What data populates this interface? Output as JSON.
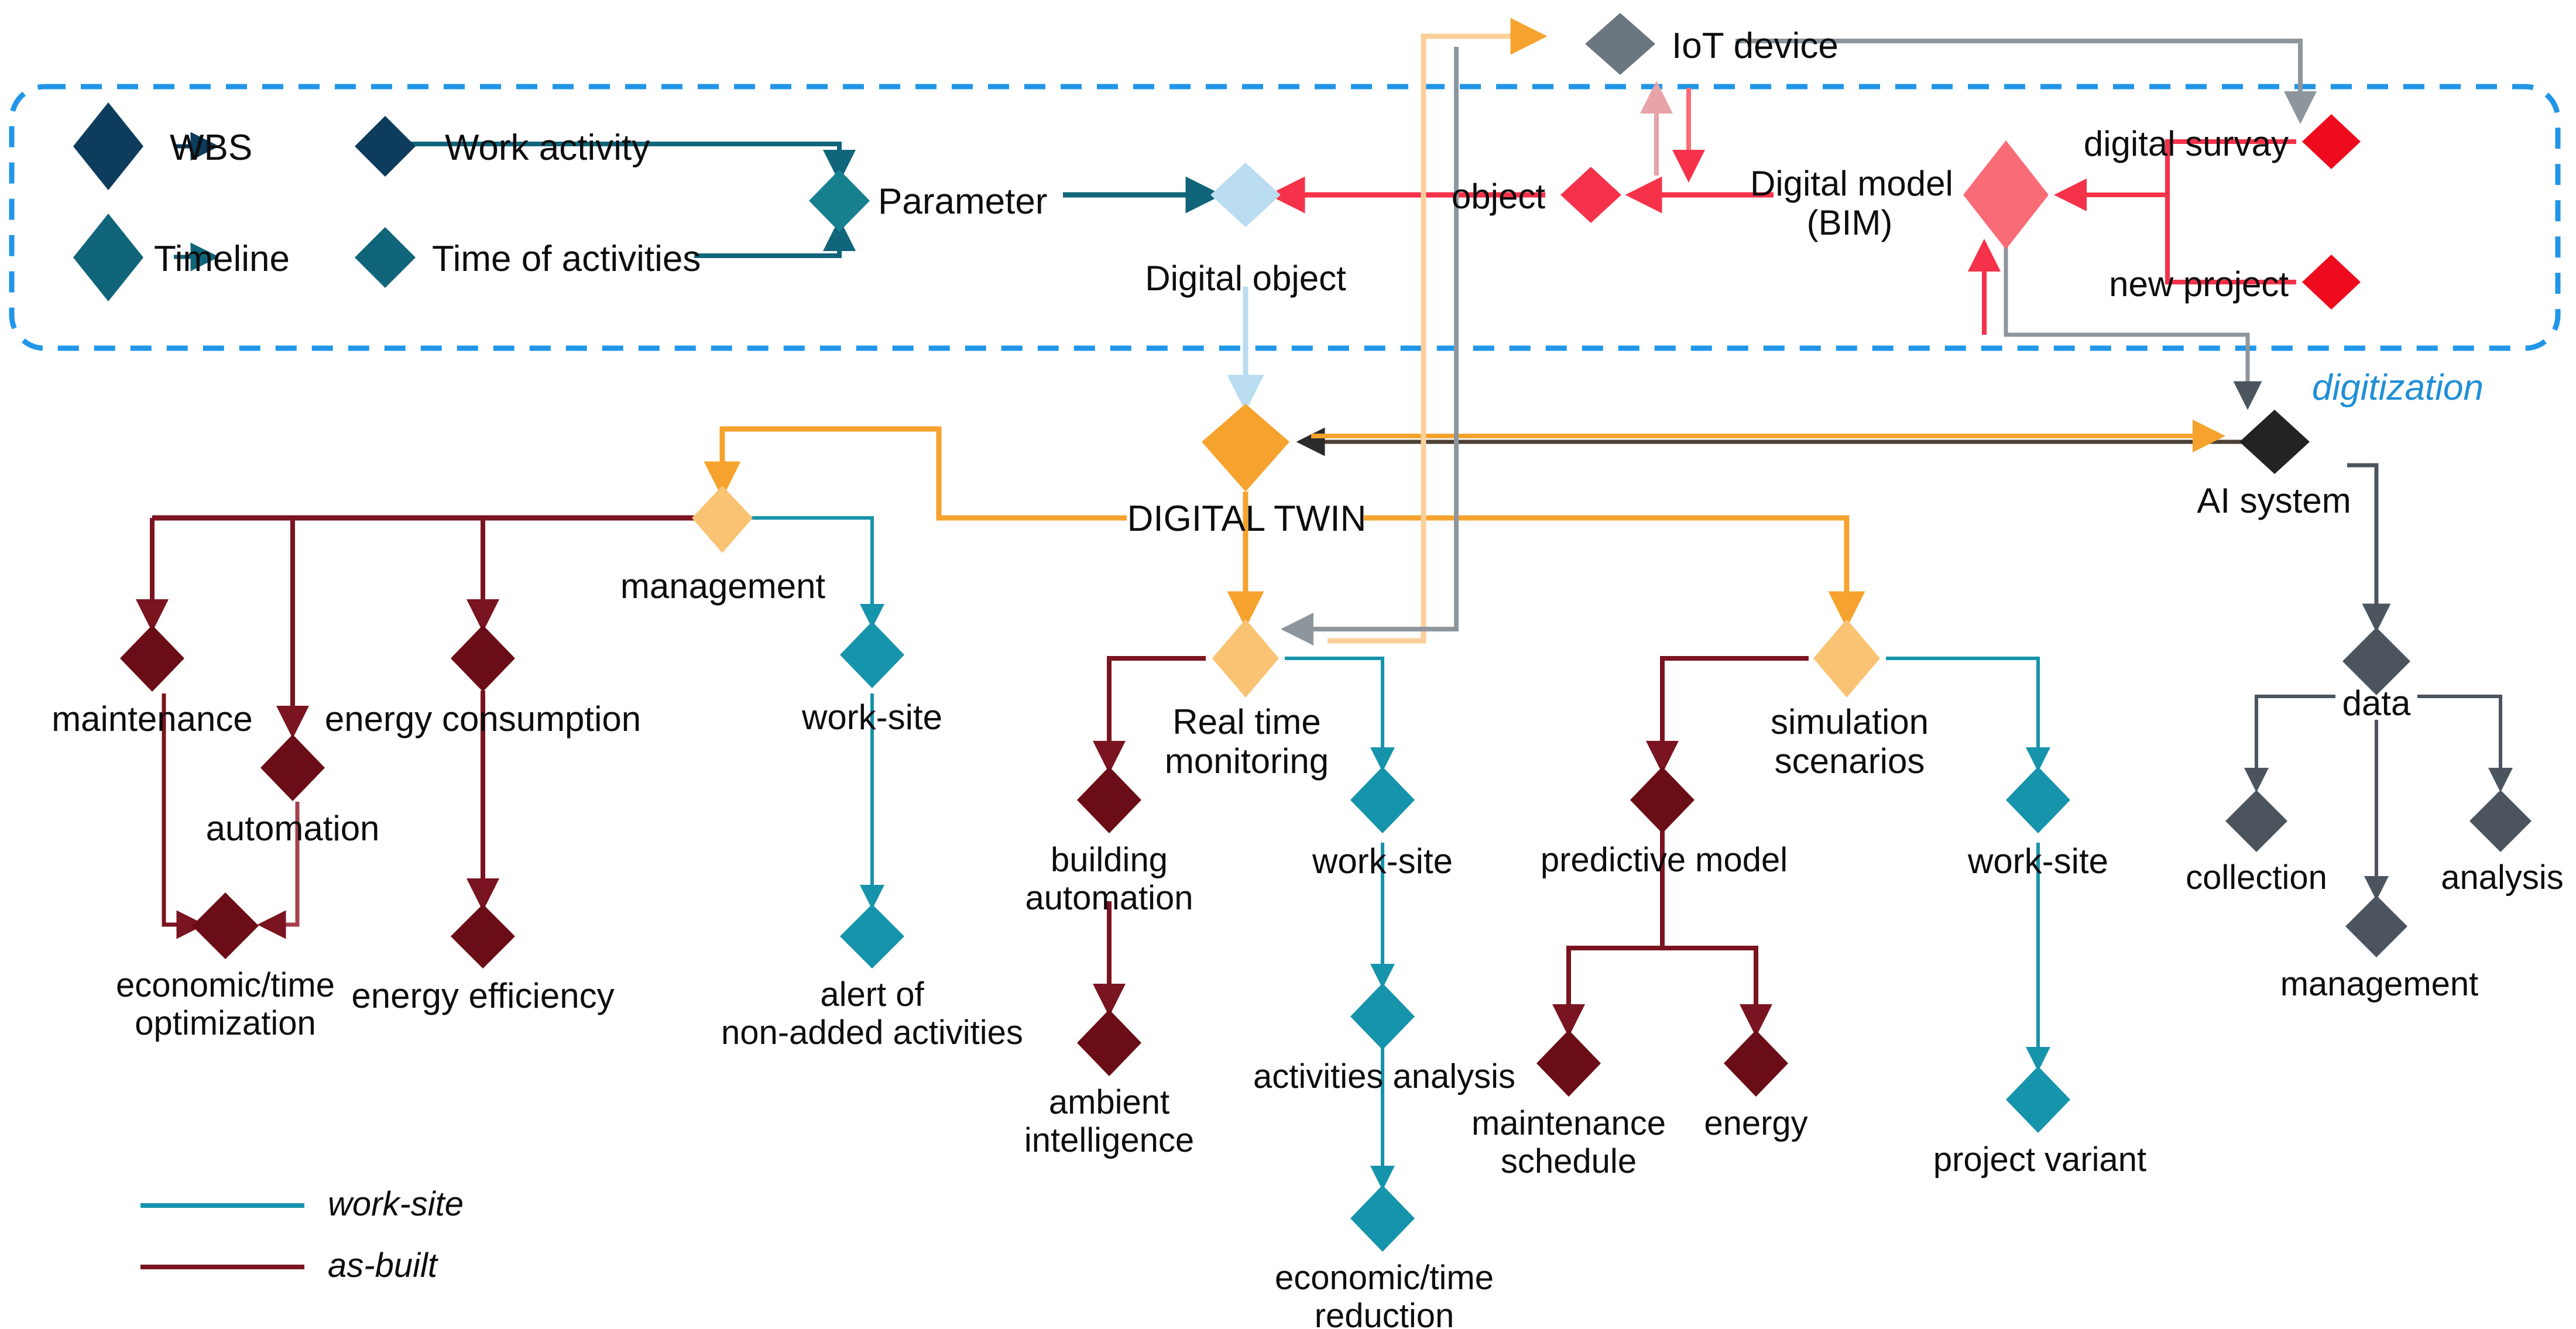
{
  "diagram": {
    "title_absent": true,
    "region_label": "digitization",
    "region_label_color": "#1f8fd6",
    "nodes": [
      {
        "id": "wbs",
        "label": "WBS",
        "shape": "diamond",
        "color": "#0d3c5c",
        "group": "digitization"
      },
      {
        "id": "work_activity",
        "label": "Work activity",
        "shape": "diamond",
        "color": "#0d3c5c",
        "group": "digitization"
      },
      {
        "id": "timeline",
        "label": "Timeline",
        "shape": "diamond",
        "color": "#10657a",
        "group": "digitization"
      },
      {
        "id": "time_of_activities",
        "label": "Time of activities",
        "shape": "diamond",
        "color": "#10657a",
        "group": "digitization"
      },
      {
        "id": "parameter",
        "label": "Parameter",
        "shape": "diamond",
        "color": "#17808f",
        "group": "digitization"
      },
      {
        "id": "digital_object",
        "label": "Digital object",
        "shape": "diamond",
        "color": "#b9dcf0",
        "group": "digitization"
      },
      {
        "id": "object",
        "label": "object",
        "shape": "diamond",
        "color": "#f5324a",
        "group": "digitization"
      },
      {
        "id": "digital_model",
        "label": "Digital model\n(BIM)",
        "shape": "diamond",
        "color": "#fa6b78",
        "group": "digitization"
      },
      {
        "id": "digital_survay",
        "label": "digital survay",
        "shape": "diamond",
        "color": "#ee0b1e",
        "group": "digitization"
      },
      {
        "id": "new_project",
        "label": "new project",
        "shape": "diamond",
        "color": "#ee0b1e",
        "group": "digitization"
      },
      {
        "id": "iot_device",
        "label": "IoT device",
        "shape": "diamond",
        "color": "#6b7680",
        "group": "external"
      },
      {
        "id": "digital_twin",
        "label": "DIGITAL TWIN",
        "shape": "diamond",
        "color": "#f5a32e",
        "group": "core"
      },
      {
        "id": "ai_system",
        "label": "AI system",
        "shape": "diamond",
        "color": "#232323",
        "group": "core"
      },
      {
        "id": "management",
        "label": "management",
        "shape": "diamond",
        "color": "#fac373",
        "group": "branch"
      },
      {
        "id": "real_time_monitoring",
        "label": "Real time\nmonitoring",
        "shape": "diamond",
        "color": "#fac373",
        "group": "branch"
      },
      {
        "id": "simulation_scenarios",
        "label": "simulation\nscenarios",
        "shape": "diamond",
        "color": "#fac373",
        "group": "branch"
      },
      {
        "id": "maintenance",
        "label": "maintenance",
        "shape": "diamond",
        "color": "#6b0d16",
        "group": "as-built"
      },
      {
        "id": "automation",
        "label": "automation",
        "shape": "diamond",
        "color": "#6b0d16",
        "group": "as-built"
      },
      {
        "id": "energy_consumption",
        "label": "energy consumption",
        "shape": "diamond",
        "color": "#6b0d16",
        "group": "as-built"
      },
      {
        "id": "economic_time_optimization",
        "label": "economic/time\noptimization",
        "shape": "diamond",
        "color": "#6b0d16",
        "group": "as-built"
      },
      {
        "id": "energy_efficiency",
        "label": "energy efficiency",
        "shape": "diamond",
        "color": "#6b0d16",
        "group": "as-built"
      },
      {
        "id": "worksite_mgmt",
        "label": "work-site",
        "shape": "diamond",
        "color": "#1694ab",
        "group": "work-site"
      },
      {
        "id": "alert_non_added",
        "label": "alert of\nnon-added activities",
        "shape": "diamond",
        "color": "#1694ab",
        "group": "work-site"
      },
      {
        "id": "building_automation",
        "label": "building\nautomation",
        "shape": "diamond",
        "color": "#6b0d16",
        "group": "as-built"
      },
      {
        "id": "ambient_intelligence",
        "label": "ambient\nintelligence",
        "shape": "diamond",
        "color": "#6b0d16",
        "group": "as-built"
      },
      {
        "id": "worksite_rtm",
        "label": "work-site",
        "shape": "diamond",
        "color": "#1694ab",
        "group": "work-site"
      },
      {
        "id": "activities_analysis",
        "label": "activities analysis",
        "shape": "diamond",
        "color": "#1694ab",
        "group": "work-site"
      },
      {
        "id": "economic_time_reduction",
        "label": "economic/time\nreduction",
        "shape": "diamond",
        "color": "#1694ab",
        "group": "work-site"
      },
      {
        "id": "predictive_model",
        "label": "predictive model",
        "shape": "diamond",
        "color": "#6b0d16",
        "group": "as-built"
      },
      {
        "id": "maintenance_schedule",
        "label": "maintenance\nschedule",
        "shape": "diamond",
        "color": "#6b0d16",
        "group": "as-built"
      },
      {
        "id": "energy",
        "label": "energy",
        "shape": "diamond",
        "color": "#6b0d16",
        "group": "as-built"
      },
      {
        "id": "worksite_sim",
        "label": "work-site",
        "shape": "diamond",
        "color": "#1694ab",
        "group": "work-site"
      },
      {
        "id": "project_variant",
        "label": "project variant",
        "shape": "diamond",
        "color": "#1694ab",
        "group": "work-site"
      },
      {
        "id": "data",
        "label": "data",
        "shape": "diamond",
        "color": "#4c555e",
        "group": "ai"
      },
      {
        "id": "collection",
        "label": "collection",
        "shape": "diamond",
        "color": "#4c555e",
        "group": "ai"
      },
      {
        "id": "management_ai",
        "label": "management",
        "shape": "diamond",
        "color": "#4c555e",
        "group": "ai"
      },
      {
        "id": "analysis",
        "label": "analysis",
        "shape": "diamond",
        "color": "#4c555e",
        "group": "ai"
      }
    ],
    "legend": {
      "items": [
        {
          "label": "work-site",
          "color": "#1694ab"
        },
        {
          "label": "as-built",
          "color": "#7a1420"
        }
      ]
    },
    "colors": {
      "orange": "#f5a32e",
      "light_orange": "#fac373",
      "pale_orange": "#fbd09a",
      "teal": "#1694ab",
      "dark_teal": "#10657a",
      "navy": "#0d3c5c",
      "maroon": "#7a1420",
      "dark_maroon": "#6b0d16",
      "red": "#f5324a",
      "pink": "#fa6b78",
      "pale_pink": "#e8a3a8",
      "gray": "#8d969d",
      "dark_gray": "#4c555e",
      "black": "#232323",
      "light_blue": "#b9dcf0",
      "dashed_blue": "#2196e8"
    }
  }
}
